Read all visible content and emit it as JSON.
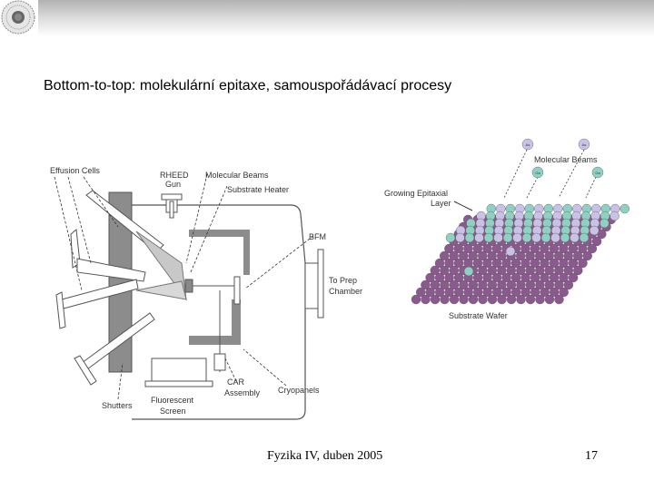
{
  "slide": {
    "title": "Bottom-to-top: molekulární epitaxe, samouspořádávací procesy",
    "footer": "Fyzika IV, duben 2005",
    "page_number": "17"
  },
  "header": {
    "logo_icon": "university-seal-logo"
  },
  "mbe_diagram": {
    "labels": {
      "effusion_cells": "Effusion Cells",
      "rheed_gun_line1": "RHEED",
      "rheed_gun_line2": "Gun",
      "molecular_beams": "Molecular Beams",
      "substrate_heater": "Substrate Heater",
      "bfm": "BFM",
      "to_prep_line1": "To Prep",
      "to_prep_line2": "Chamber",
      "shutters": "Shutters",
      "fluorescent_line1": "Fluorescent",
      "fluorescent_line2": "Screen",
      "car_line1": "CAR",
      "car_line2": "Assembly",
      "cryopanels": "Cryopanels"
    }
  },
  "epitaxy_diagram": {
    "labels": {
      "molecular_beams": "Molecular Beams",
      "growing_layer_line1": "Growing Epitaxial",
      "growing_layer_line2": "Layer",
      "substrate_wafer": "Substrate Wafer",
      "atom_as": "As",
      "atom_ga": "Ga"
    },
    "colors": {
      "as_atom": "#c9c2e6",
      "ga_atom": "#8fd0c2",
      "substrate_atom": "#8a5a8e"
    }
  }
}
